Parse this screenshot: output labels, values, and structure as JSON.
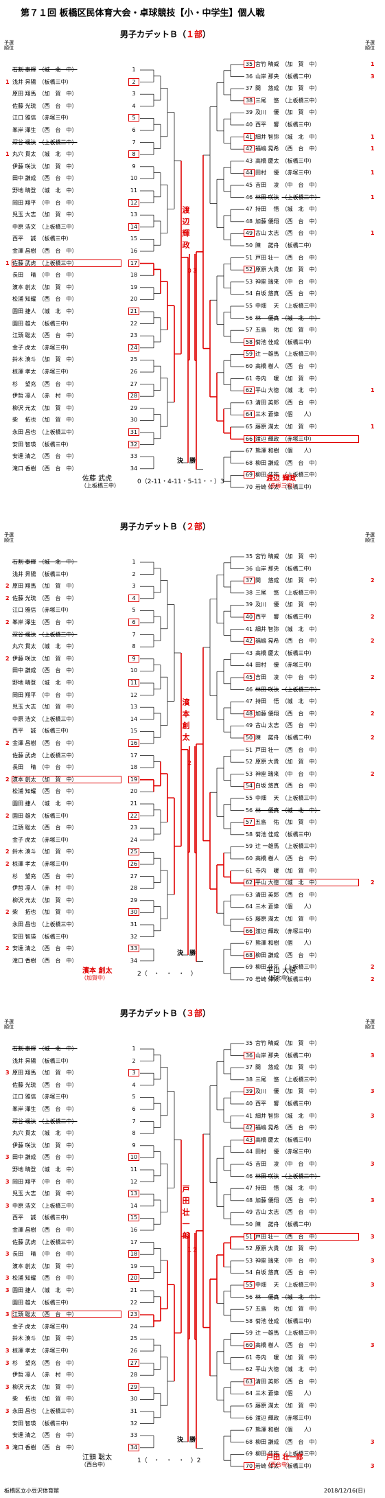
{
  "title": "第７１回 板橋区民体育大会・卓球競技【小・中学生】個人戦",
  "header_seed": "予選\n順位",
  "left_players": [
    {
      "name": "石割 泰輝",
      "club": "城　北　中",
      "strike": true
    },
    {
      "name": "浅井 昇陽",
      "club": "板橋三中"
    },
    {
      "name": "原田 翔馬",
      "club": "加　賀　中"
    },
    {
      "name": "佐藤 光琉",
      "club": "西　台　中"
    },
    {
      "name": "江口 雅信",
      "club": "赤塚三中"
    },
    {
      "name": "峯岸 澤生",
      "club": "西　台　中"
    },
    {
      "name": "深谷 颯汰",
      "club": "上板橋三中",
      "strike": true
    },
    {
      "name": "丸穴 貫太",
      "club": "城　北　中"
    },
    {
      "name": "伊藤 咲汰",
      "club": "加　賀　中"
    },
    {
      "name": "田中 謙成",
      "club": "西　台　中"
    },
    {
      "name": "野地 晴登",
      "club": "城　北　中"
    },
    {
      "name": "岡田 翔平",
      "club": "中　台　中"
    },
    {
      "name": "児玉 大志",
      "club": "加　賀　中"
    },
    {
      "name": "中原 浩文",
      "club": "上板橋三中"
    },
    {
      "name": "西平 　誠",
      "club": "板橋三中"
    },
    {
      "name": "金澤 昌樹",
      "club": "西　台　中"
    },
    {
      "name": "佐藤 武虎",
      "club": "上板橋三中"
    },
    {
      "name": "長田 　晴",
      "club": "中　台　中"
    },
    {
      "name": "濱本 創太",
      "club": "加　賀　中"
    },
    {
      "name": "松浦 知耀",
      "club": "西　台　中"
    },
    {
      "name": "園田 捷人",
      "club": "城　北　中"
    },
    {
      "name": "園田 雄大",
      "club": "板橋三中"
    },
    {
      "name": "江頭 聡太",
      "club": "西　台　中"
    },
    {
      "name": "金子 虎太",
      "club": "赤塚三中"
    },
    {
      "name": "鈴木 湊斗",
      "club": "加　賀　中"
    },
    {
      "name": "椋澤 孝太",
      "club": "赤塚三中"
    },
    {
      "name": "杉 　望充",
      "club": "西　台　中"
    },
    {
      "name": "伊哲 凛人",
      "club": "赤　村　中"
    },
    {
      "name": "柳沢 元太",
      "club": "加　賀　中"
    },
    {
      "name": "柴 　拓也",
      "club": "加　賀　中"
    },
    {
      "name": "永田 昌也",
      "club": "上板橋三中"
    },
    {
      "name": "安田 智瑛",
      "club": "板橋三中"
    },
    {
      "name": "安達 清之",
      "club": "西　台　中"
    },
    {
      "name": "滝口 香樹",
      "club": "西　台　中"
    }
  ],
  "right_players": [
    {
      "name": "宮竹 晴威",
      "club": "加　賀　中"
    },
    {
      "name": "山岸 那央",
      "club": "板橋二中"
    },
    {
      "name": "間 　悠成",
      "club": "加　賀　中"
    },
    {
      "name": "三尾 　悠",
      "club": "上板橋三中"
    },
    {
      "name": "及川 　優",
      "club": "加　賀　中"
    },
    {
      "name": "西平 　響",
      "club": "板橋三中"
    },
    {
      "name": "細井 智弥",
      "club": "城　北　中"
    },
    {
      "name": "福嶋 晃希",
      "club": "西　台　中"
    },
    {
      "name": "高橋 慶太",
      "club": "板橋三中"
    },
    {
      "name": "田村 　優",
      "club": "赤塚三中"
    },
    {
      "name": "吉田 　凌",
      "club": "中　台　中"
    },
    {
      "name": "林田 咲汰",
      "club": "上板橋三中",
      "strike": true
    },
    {
      "name": "持田 　悟",
      "club": "城　北　中"
    },
    {
      "name": "加藤 優翔",
      "club": "西　台　中"
    },
    {
      "name": "古山 太志",
      "club": "西　台　中"
    },
    {
      "name": "陳 　諾舟",
      "club": "板橋二中"
    },
    {
      "name": "戸田 壮一",
      "club": "西　台　中"
    },
    {
      "name": "原原 大貴",
      "club": "加　賀　中"
    },
    {
      "name": "神座 瑞来",
      "club": "中　台　中"
    },
    {
      "name": "白坂 悠真",
      "club": "西　台　中"
    },
    {
      "name": "中畑 　天",
      "club": "上板橋三中"
    },
    {
      "name": "林 　優真",
      "club": "城　北　中",
      "strike": true
    },
    {
      "name": "五島 　佑",
      "club": "加　賀　中"
    },
    {
      "name": "菊池 佳成",
      "club": "板橋三中"
    },
    {
      "name": "辻 一雄馬",
      "club": "上板橋三中"
    },
    {
      "name": "高橋 樹人",
      "club": "西　台　中"
    },
    {
      "name": "寺内 　暖",
      "club": "加　賀　中"
    },
    {
      "name": "平山 大徳",
      "club": "城　北　中"
    },
    {
      "name": "清田 英郎",
      "club": "西　台　中"
    },
    {
      "name": "三木 蒼偉",
      "club": "個　　人"
    },
    {
      "name": "藤原 潤太",
      "club": "加　賀　中"
    },
    {
      "name": "渡辺 輝政",
      "club": "赤塚三中"
    },
    {
      "name": "熊澤 和樹",
      "club": "個　　人"
    },
    {
      "name": "柳田 謙成",
      "club": "西　台　中"
    },
    {
      "name": "柳田 佳祐",
      "club": "上板橋三中"
    },
    {
      "name": "岩崎 倖太",
      "club": "板橋三中"
    }
  ],
  "sections": [
    {
      "heading": "男子カデットＢ（",
      "part": "１部",
      "close": "）",
      "winner_vertical": "渡辺輝政",
      "center_score": "０３",
      "final_label": "決　勝",
      "final_left_name": "佐藤 武虎",
      "final_left_club": "（上板橋三中）",
      "final_score": "0（2-11・4-11・5-11・・）3",
      "final_right_name": "渡辺 輝政",
      "final_right_club": "（赤塚三中）",
      "left_seeds": [
        "",
        "1",
        "",
        "",
        "",
        "",
        "",
        "1",
        "",
        "",
        "",
        "",
        "",
        "",
        "",
        "",
        "1",
        "",
        "",
        "",
        "",
        "",
        "",
        "",
        "",
        "",
        "",
        "",
        "",
        "",
        "",
        "",
        "",
        ""
      ],
      "right_seeds": [
        "1",
        "3",
        "",
        "",
        "",
        "",
        "1",
        "1",
        "",
        "1",
        "",
        "1",
        "",
        "",
        "1",
        "",
        "",
        "",
        "",
        "",
        "",
        "",
        "",
        "",
        "",
        "",
        "",
        "1",
        "",
        "",
        "1",
        "",
        "",
        "",
        "",
        ""
      ],
      "left_boxed": [
        2,
        5,
        8,
        12,
        14,
        17,
        21,
        24,
        28,
        31,
        32
      ],
      "right_boxed": [
        35,
        38,
        41,
        42,
        44,
        49,
        52,
        58,
        59,
        62,
        64,
        66,
        69
      ],
      "left_red": [
        17
      ],
      "right_red": [
        66
      ]
    },
    {
      "heading": "男子カデットＢ（",
      "part": "２部",
      "close": "）",
      "winner_vertical": "濱本創太",
      "center_score": "２",
      "final_label": "決　勝",
      "final_left_name": "濱本 創太",
      "final_left_club": "（加賀中）",
      "final_score": "2（　・　・　・　）",
      "final_right_name": "平山 大徳",
      "final_right_club": "（城北中）",
      "left_seeds": [
        "",
        "",
        "2",
        "2",
        "",
        "2",
        "",
        "",
        "2",
        "",
        "",
        "",
        "",
        "",
        "",
        "2",
        "",
        "",
        "2",
        "",
        "",
        "2",
        "",
        "",
        "2",
        "2",
        "",
        "",
        "",
        "2",
        "",
        "",
        "2",
        ""
      ],
      "right_seeds": [
        "",
        "",
        "2",
        "",
        "",
        "2",
        "",
        "2",
        "",
        "",
        "2",
        "",
        "",
        "2",
        "",
        "2",
        "",
        "",
        "2",
        "",
        "",
        "",
        "",
        "",
        "",
        "",
        "",
        "2",
        "",
        "",
        "",
        "",
        "",
        "",
        "2",
        "2"
      ],
      "left_boxed": [
        4,
        6,
        9,
        11,
        16,
        19,
        22,
        25,
        26,
        30,
        33
      ],
      "right_boxed": [
        37,
        40,
        42,
        45,
        48,
        50,
        54,
        57,
        62,
        66,
        68
      ],
      "left_red": [
        19
      ],
      "right_red": [
        62
      ]
    },
    {
      "heading": "男子カデットＢ（",
      "part": "３部",
      "close": "）",
      "winner_vertical": "戸田壮一郎",
      "center_score": "１２",
      "final_label": "決　勝",
      "final_left_name": "江頭 聡太",
      "final_left_club": "（西台中）",
      "final_score": "1（　・　・　・　）2",
      "final_right_name": "戸田 壮一郎",
      "final_right_club": "（西台中）",
      "left_seeds": [
        "",
        "",
        "3",
        "",
        "",
        "",
        "",
        "",
        "",
        "3",
        "",
        "3",
        "",
        "3",
        "",
        "",
        "",
        "3",
        "",
        "3",
        "3",
        "",
        "3",
        "",
        "",
        "3",
        "3",
        "",
        "3",
        "",
        "3",
        "",
        "",
        "3"
      ],
      "right_seeds": [
        "",
        "3",
        "",
        "",
        "3",
        "",
        "3",
        "",
        "",
        "",
        "3",
        "",
        "",
        "3",
        "",
        "",
        "3",
        "",
        "3",
        "",
        "3",
        "",
        "",
        "",
        "",
        "3",
        "",
        "",
        "",
        "",
        "",
        "",
        "",
        "3",
        "",
        "3"
      ],
      "left_boxed": [
        3,
        10,
        13,
        15,
        18,
        20,
        23,
        27,
        29,
        34
      ],
      "right_boxed": [
        36,
        39,
        42,
        43,
        51,
        55,
        60,
        63,
        70
      ],
      "left_red": [
        23
      ],
      "right_red": [
        51
      ]
    }
  ],
  "footer_left": "板橋区立小豆沢体育館",
  "footer_right": "2018/12/16(日)"
}
